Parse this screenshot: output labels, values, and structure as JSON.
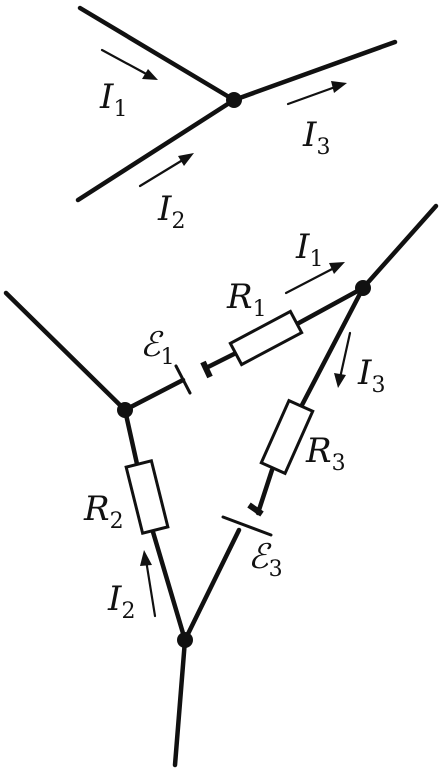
{
  "junction": {
    "current_1": {
      "symbol": "I",
      "sub": "1"
    },
    "current_2": {
      "symbol": "I",
      "sub": "2"
    },
    "current_3": {
      "symbol": "I",
      "sub": "3"
    }
  },
  "circuit": {
    "current_1": {
      "symbol": "I",
      "sub": "1"
    },
    "current_2": {
      "symbol": "I",
      "sub": "2"
    },
    "current_3": {
      "symbol": "I",
      "sub": "3"
    },
    "resistor_1": {
      "symbol": "R",
      "sub": "1"
    },
    "resistor_2": {
      "symbol": "R",
      "sub": "2"
    },
    "resistor_3": {
      "symbol": "R",
      "sub": "3"
    },
    "emf_1": {
      "symbol": "ℰ",
      "sub": "1"
    },
    "emf_3": {
      "symbol": "ℰ",
      "sub": "3"
    }
  }
}
